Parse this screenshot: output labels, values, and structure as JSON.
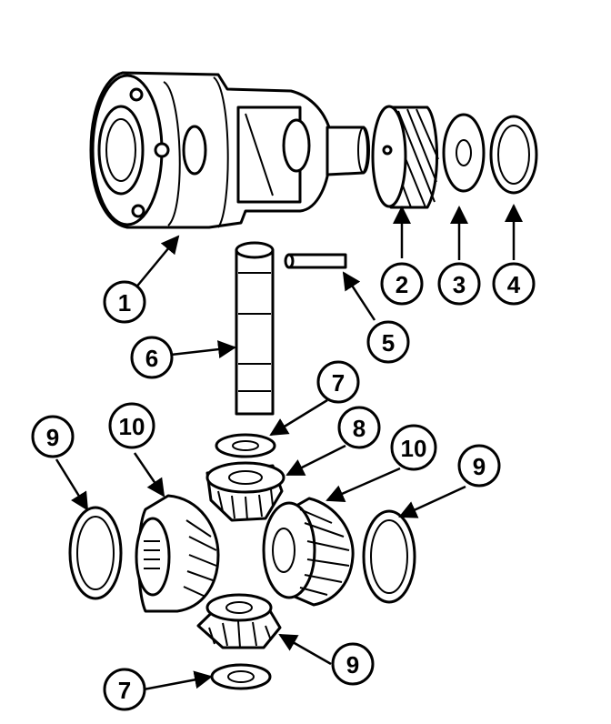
{
  "callouts": [
    {
      "id": "c1",
      "label": "1"
    },
    {
      "id": "c2",
      "label": "2"
    },
    {
      "id": "c3",
      "label": "3"
    },
    {
      "id": "c4",
      "label": "4"
    },
    {
      "id": "c5",
      "label": "5"
    },
    {
      "id": "c6",
      "label": "6"
    },
    {
      "id": "c7a",
      "label": "7"
    },
    {
      "id": "c8",
      "label": "8"
    },
    {
      "id": "c9a",
      "label": "9"
    },
    {
      "id": "c10a",
      "label": "10"
    },
    {
      "id": "c10b",
      "label": "10"
    },
    {
      "id": "c9b",
      "label": "9"
    },
    {
      "id": "c9c",
      "label": "9"
    },
    {
      "id": "c7b",
      "label": "7"
    }
  ]
}
